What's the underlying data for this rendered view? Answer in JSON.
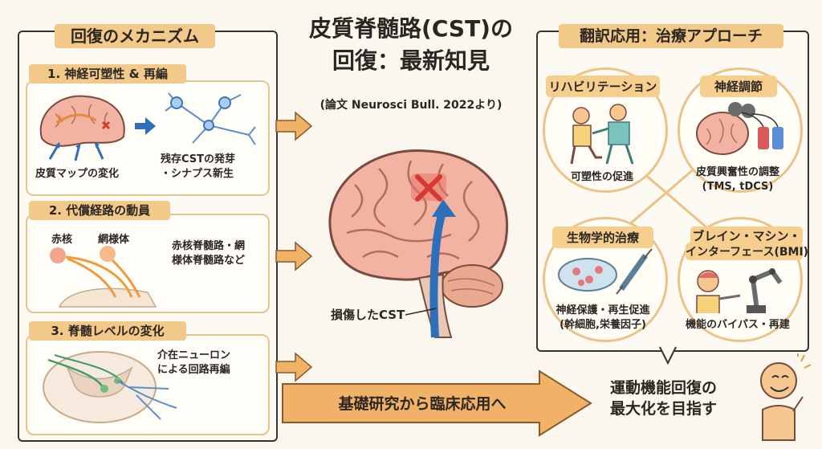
{
  "title": {
    "line1": "皮質脊髄路(CST)の",
    "line2": "回復：最新知見"
  },
  "citation": "(論文 Neurosci Bull. 2022より)",
  "left_panel": {
    "heading": "回復のメカニズム",
    "sections": [
      {
        "title": "1. 神経可塑性 & 再編",
        "caption_left": "皮質マップの変化",
        "caption_right": [
          "残存CSTの発芽",
          "・シナプス新生"
        ]
      },
      {
        "title": "2. 代償経路の動員",
        "label_red_nucleus": "赤核",
        "label_reticular": "網様体",
        "caption": [
          "赤核脊髄路・網",
          "様体脊髄路など"
        ]
      },
      {
        "title": "3. 脊髄レベルの変化",
        "caption": [
          "介在ニューロン",
          "による回路再編"
        ]
      }
    ]
  },
  "center": {
    "damaged_label": "損傷したCST",
    "bottom_banner": "基礎研究から臨床応用へ"
  },
  "right_panel": {
    "heading": "翻訳応用：治療アプローチ",
    "items": [
      {
        "title": "リハビリテーション",
        "caption": [
          "可塑性の促進"
        ]
      },
      {
        "title": "神経調節",
        "caption": [
          "皮質興奮性の調整",
          "(TMS, tDCS)"
        ]
      },
      {
        "title": "生物学的治療",
        "caption": [
          "神経保護・再生促進",
          "(幹細胞,栄養因子)"
        ]
      },
      {
        "title": "ブレイン・マシン・\nインターフェース(BMI)",
        "title_lines": [
          "ブレイン・マシン・",
          "インターフェース(BMI)"
        ],
        "caption": [
          "機能のバイパス・再建"
        ]
      }
    ]
  },
  "goal": [
    "運動機能回復の",
    "最大化を目指す"
  ],
  "colors": {
    "accent_orange": "#f0b266",
    "highlight": "#f3c98a",
    "arrow_blue": "#2d6fb8",
    "brain_pink": "#f2b3a3",
    "lesion_red": "#d83a33"
  }
}
